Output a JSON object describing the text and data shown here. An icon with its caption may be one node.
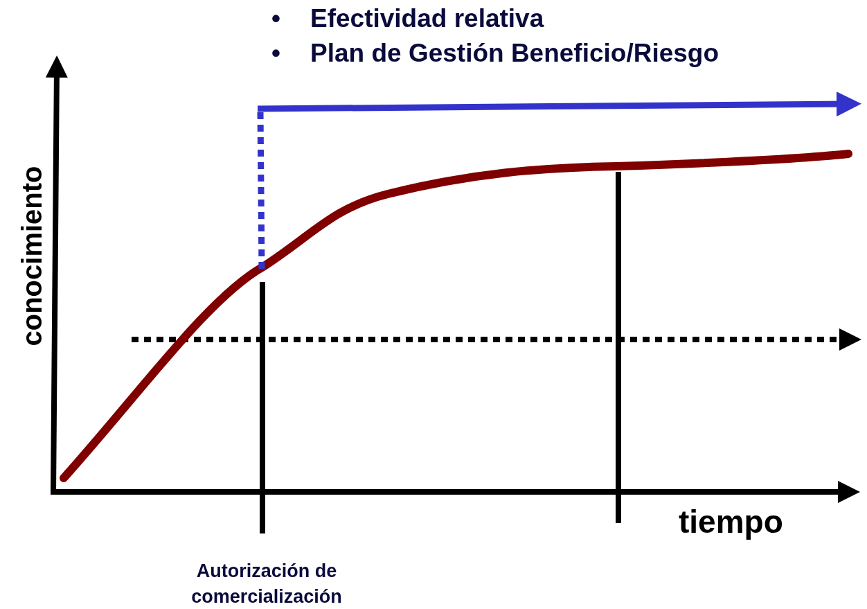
{
  "diagram": {
    "labels": [
      "•",
      "Efectividad relativa",
      "•",
      "Plan de Gestión Beneficio/Riesgo",
      "conocimiento",
      "tiempo",
      "Autorización de comercialización"
    ]
  }
}
